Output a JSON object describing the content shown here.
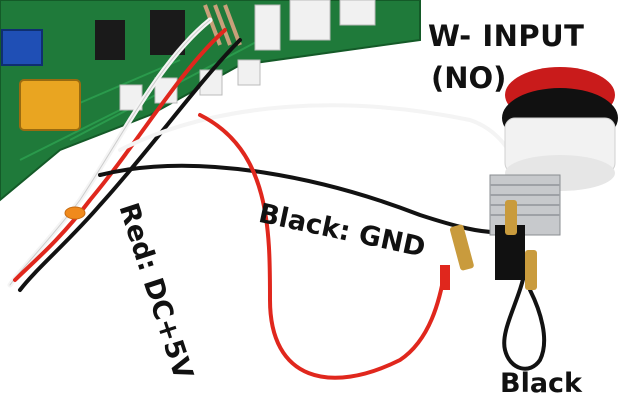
{
  "labels": {
    "input_title": "W- INPUT",
    "input_mode": "(NO)",
    "black_wire": "Black: GND",
    "red_wire": "Red: DC+5V",
    "black_terminal": "Black"
  },
  "colors": {
    "pcb": "#1f7a3a",
    "red_wire": "#e0271d",
    "black_wire": "#121212",
    "white_wire": "#f4f4f4",
    "tie": "#f08a1c"
  }
}
